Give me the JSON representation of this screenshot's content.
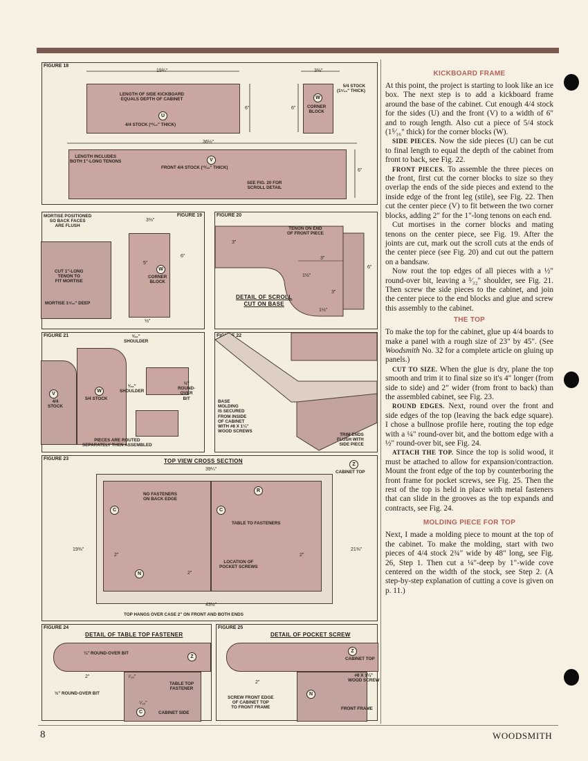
{
  "figures": {
    "f18": {
      "label": "FIGURE 18",
      "w1": "19¾\"",
      "w2": "3⅜\"",
      "w3": "36½\"",
      "h1": "6\"",
      "h2": "6\"",
      "h3": "6\"",
      "t1": "5/4 STOCK\n(1⁵⁄₁₆\" THICK)",
      "t2": "LENGTH OF SIDE KICKBOARD\nEQUALS DEPTH OF CABINET",
      "t3": "4/4 STOCK (¹³⁄₁₆\" THICK)",
      "t4": "CORNER\nBLOCK",
      "t5": "LENGTH INCLUDES\nBOTH 1\"-LONG TENONS",
      "t6": "FRONT 4/4 STOCK (¹³⁄₁₆\" THICK)",
      "t7": "SEE FIG. 20 FOR\nSCROLL DETAIL",
      "cU": "U",
      "cW": "W",
      "cV": "V"
    },
    "f19": {
      "label": "FIGURE 19",
      "t1": "MORTISE POSITIONED\nSO BACK FACES\nARE FLUSH",
      "d1": "3⅜\"",
      "d2": "6\"",
      "d3": "5\"",
      "d4": "½\"",
      "t2": "CUT 1\"-LONG\nTENON TO\nFIT MORTISE",
      "t3": "MORTISE 1⁵⁄₁₆\" DEEP",
      "t4": "CORNER\nBLOCK",
      "cW": "W"
    },
    "f20": {
      "label": "FIGURE 20",
      "t1": "TENON ON END\nOF FRONT PIECE",
      "title": "DETAIL OF SCROLL\nCUT ON BASE",
      "d1": "3\"",
      "d2": "3\"",
      "d3": "1½\"",
      "d4": "3\"",
      "d5": "6\"",
      "d6": "1½\""
    },
    "f21": {
      "label": "FIGURE 21",
      "t1": "³⁄₃₂\"\nSHOULDER",
      "t2": "³⁄₃₂\"\nSHOULDER",
      "t3": "½\"\nROUND-\nOVER\nBIT",
      "t4": "4/4\nSTOCK",
      "t5": "5/4 STOCK",
      "t6": "PIECES ARE ROUTED\nSEPARATELY THEN ASSEMBLED",
      "cV": "V",
      "cW": "W"
    },
    "f22": {
      "label": "FIGURE 22",
      "t1": "BASE\nMOLDING\nIS SECURED\nFROM INSIDE\nOF CABINET\nWITH #8 x 1¼\"\nWOOD SCREWS",
      "t2": "TRIM ENDS\nFLUSH WITH\nSIDE PIECE"
    },
    "f23": {
      "label": "FIGURE 23",
      "title": "TOP VIEW CROSS SECTION",
      "w1": "39¼\"",
      "w2": "43½\"",
      "h1": "19⅜\"",
      "h2": "21⅜\"",
      "d1": "2\"",
      "d2": "2\"",
      "d3": "2\"",
      "t1": "NO FASTENERS\nON BACK EDGE",
      "t2": "TABLE TO FASTENERS",
      "t3": "LOCATION OF\nPOCKET SCREWS",
      "t4": "CABINET TOP",
      "caption": "TOP HANGS OVER CASE 2\" ON FRONT AND BOTH ENDS",
      "cZ": "Z",
      "cR": "R",
      "cC": "C",
      "cN": "N"
    },
    "f24": {
      "label": "FIGURE 24",
      "title": "DETAIL OF TABLE TOP FASTENER",
      "t1": "¼\" ROUND-OVER BIT",
      "t2": "½\" ROUND-OVER BIT",
      "t3": "TABLE TOP\nFASTENER",
      "t4": "CABINET SIDE",
      "d1": "2\"",
      "d2": "⁷⁄₁₆\"",
      "d3": "⁵⁄₁₆\"",
      "cZ": "Z",
      "cC": "C"
    },
    "f25": {
      "label": "FIGURE 25",
      "title": "DETAIL OF POCKET SCREW",
      "t1": "CABINET TOP",
      "t2": "#8 x 1¼\"\nWOOD SCREW",
      "t3": "SCREW FRONT EDGE\nOF CABINET TOP\nTO FRONT FRAME",
      "t4": "FRONT FRAME",
      "d1": "2\"",
      "cZ": "Z",
      "cN": "N"
    }
  },
  "text": {
    "h1": "KICKBOARD FRAME",
    "p1": "At this point, the project is starting to look like an ice box. The next step is to add a kickboard frame around the base of the cabinet. Cut enough 4/4 stock for the sides (U) and the front (V) to a width of 6\" and to rough length. Also cut a piece of 5/4 stock (1⁵⁄₁₆\" thick) for the corner blocks (W).",
    "p2h": "SIDE PIECES.",
    "p2": " Now the side pieces (U) can be cut to final length to equal the depth of the cabinet from front to back, see Fig. 22.",
    "p3h": "FRONT PIECES.",
    "p3": " To assemble the three pieces on the front, first cut the corner blocks to size so they overlap the ends of the side pieces and extend to the inside edge of the front leg (stile), see Fig. 22. Then cut the center piece (V) to fit between the two corner blocks, adding 2\" for the 1\"-long tenons on each end.",
    "p4": "Cut mortises in the corner blocks and mating tenons on the center piece, see Fig. 19. After the joints are cut, mark out the scroll cuts at the ends of the center piece (see Fig. 20) and cut out the pattern on a bandsaw.",
    "p5": "Now rout the top edges of all pieces with a ½\" round-over bit, leaving a ³⁄₃₂\" shoulder, see Fig. 21. Then screw the side pieces to the cabinet, and join the center piece to the end blocks and glue and screw this assembly to the cabinet.",
    "h2": "THE TOP",
    "p6a": "To make the top for the cabinet, glue up 4/4 boards to make a panel with a rough size of 23\" by 45\". (See ",
    "p6i": "Woodsmith",
    "p6b": " No. 32 for a complete article on gluing up panels.)",
    "p7h": "CUT TO SIZE.",
    "p7": " When the glue is dry, plane the top smooth and trim it to final size so it's 4\" longer (from side to side) and 2\" wider (from front to back) than the assembled cabinet, see Fig. 23.",
    "p8h": "ROUND EDGES.",
    "p8": " Next, round over the front and side edges of the top (leaving the back edge square). I chose a bullnose profile here, routing the top edge with a ¼\" round-over bit, and the bottom edge with a ½\" round-over bit, see Fig. 24.",
    "p9h": "ATTACH THE TOP.",
    "p9": " Since the top is solid wood, it must be attached to allow for expansion/contraction. Mount the front edge of the top by counterboring the front frame for pocket screws, see Fig. 25. Then the rest of the top is held in place with metal fasteners that can slide in the grooves as the top expands and contracts, see Fig. 24.",
    "h3": "MOLDING PIECE FOR TOP",
    "p10": "Next, I made a molding piece to mount at the top of the cabinet. To make the molding, start with two pieces of 4/4 stock 2¾\" wide by 48\" long, see Fig. 26, Step 1. Then cut a ¼\"-deep by 1\"-wide cove centered on the width of the stock, see Step 2. (A step-by-step explanation of cutting a cove is given on p. 11.)"
  },
  "footer": {
    "page": "8",
    "magazine": "WOODSMITH"
  }
}
